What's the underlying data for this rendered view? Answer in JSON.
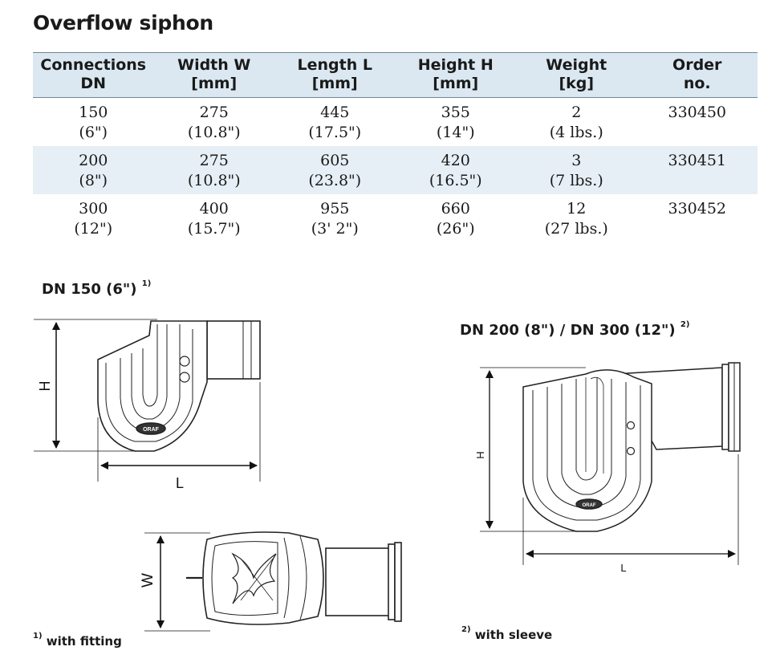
{
  "title": "Overflow siphon",
  "table": {
    "headers": [
      [
        "Connections",
        "DN"
      ],
      [
        "Width W",
        "[mm]"
      ],
      [
        "Length L",
        "[mm]"
      ],
      [
        "Height H",
        "[mm]"
      ],
      [
        "Weight",
        "[kg]"
      ],
      [
        "Order",
        "no."
      ]
    ],
    "rows": [
      [
        [
          "150",
          "(6\")"
        ],
        [
          "275",
          "(10.8\")"
        ],
        [
          "445",
          "(17.5\")"
        ],
        [
          "355",
          "(14\")"
        ],
        [
          "2",
          "(4 lbs.)"
        ],
        [
          "330450",
          ""
        ]
      ],
      [
        [
          "200",
          "(8\")"
        ],
        [
          "275",
          "(10.8\")"
        ],
        [
          "605",
          "(23.8\")"
        ],
        [
          "420",
          "(16.5\")"
        ],
        [
          "3",
          "(7 lbs.)"
        ],
        [
          "330451",
          ""
        ]
      ],
      [
        [
          "300",
          "(12\")"
        ],
        [
          "400",
          "(15.7\")"
        ],
        [
          "955",
          "(3' 2\")"
        ],
        [
          "660",
          "(26\")"
        ],
        [
          "12",
          "(27 lbs.)"
        ],
        [
          "330452",
          ""
        ]
      ]
    ]
  },
  "figures": {
    "dn150": {
      "label": "DN 150 (6\")",
      "sup": "1)"
    },
    "dn200_300": {
      "label": "DN 200 (8\") / DN 300 (12\")",
      "sup": "2)"
    },
    "dim_h": "H",
    "dim_l": "L",
    "dim_w": "W",
    "logo_text": "ORAF"
  },
  "notes": {
    "fitting": {
      "sup": "1)",
      "text": "with fitting"
    },
    "sleeve": {
      "sup": "2)",
      "text": "with sleeve"
    }
  }
}
